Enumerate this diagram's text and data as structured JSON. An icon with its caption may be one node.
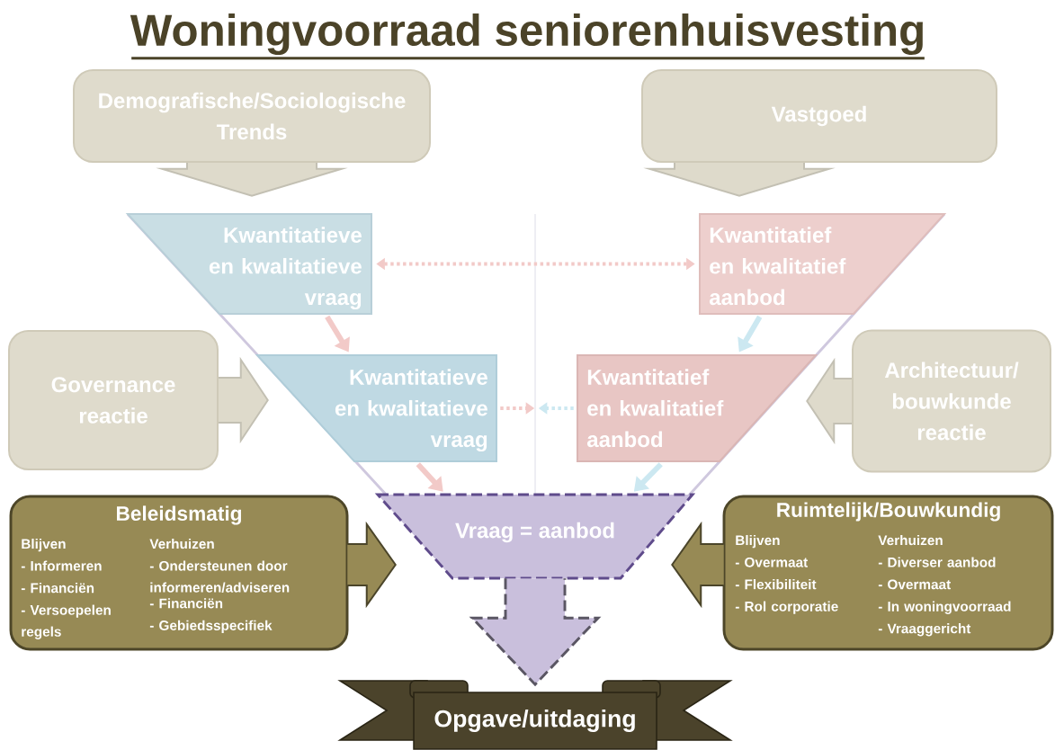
{
  "diagram": {
    "title": "Woningvoorraad seniorenhuisvesting",
    "nodes": [
      {
        "text": [
          "Demografische/Sociologische Trends"
        ]
      },
      {
        "text": [
          "Vastgoed"
        ]
      },
      {
        "text": [
          "Kwantitatieve en kwalitatieve vraag"
        ]
      },
      {
        "text": [
          "Kwantitatief en kwalitatief aanbod"
        ]
      },
      {
        "text": [
          "Governance reactie"
        ]
      },
      {
        "text": [
          "Kwantitatieve en kwalitatieve vraag"
        ]
      },
      {
        "text": [
          "Kwantitatief en kwalitatief aanbod"
        ]
      },
      {
        "text": [
          "Architectuur/ bouwkunde reactie"
        ]
      },
      {
        "text": [
          "Beleidsmatig",
          "Blijven",
          "- Informeren",
          "- Financiën",
          "- Versoepelen regels",
          "Verhuizen",
          "- Ondersteunen door informeren/adviseren",
          "- Financiën",
          "- Gebiedsspecifiek"
        ]
      },
      {
        "text": [
          "Vraag = aanbod"
        ]
      },
      {
        "text": [
          "Ruimtelijk/Bouwkundig",
          "Blijven",
          "- Overmaat",
          "- Flexibiliteit",
          "- Rol corporatie",
          "Verhuizen",
          "- Diverser aanbod",
          "- Overmaat",
          "- In woningvoorraad",
          "- Vraaggericht"
        ]
      },
      {
        "text": [
          "Opgave/uitdaging"
        ]
      }
    ],
    "edges": [
      {
        "from": 0,
        "to": 2,
        "arrow": "to",
        "style": "thick",
        "color": "#dedacb"
      },
      {
        "from": 1,
        "to": 3,
        "arrow": "to",
        "style": "thick",
        "color": "#dedacb"
      },
      {
        "from": 2,
        "to": 3,
        "arrow": "both",
        "style": "dashed",
        "color": "#f2cac8"
      },
      {
        "from": 2,
        "to": 5,
        "arrow": "to",
        "color": "#f2cac8"
      },
      {
        "from": 3,
        "to": 6,
        "arrow": "to",
        "color": "#cce8f1"
      },
      {
        "from": 5,
        "to": null,
        "arrow": "to",
        "style": "dashed",
        "color": "#f2cac8"
      },
      {
        "from": 6,
        "to": null,
        "arrow": "to",
        "style": "dashed",
        "color": "#cce8f1"
      },
      {
        "from": 5,
        "to": 9,
        "arrow": "to",
        "color": "#f2cac8"
      },
      {
        "from": 6,
        "to": 9,
        "arrow": "to",
        "color": "#cce8f1"
      },
      {
        "from": 4,
        "to": 5,
        "arrow": "to",
        "style": "thick",
        "color": "#dedacb"
      },
      {
        "from": 7,
        "to": 6,
        "arrow": "to",
        "style": "thick",
        "color": "#dedacb"
      },
      {
        "from": 8,
        "to": 9,
        "arrow": "to",
        "style": "thick",
        "color": "#978a55"
      },
      {
        "from": 10,
        "to": 9,
        "arrow": "to",
        "style": "thick",
        "color": "#978a55"
      },
      {
        "from": 9,
        "to": 11,
        "arrow": "to",
        "style": "dashed",
        "color": "#c9bfdc"
      }
    ]
  }
}
